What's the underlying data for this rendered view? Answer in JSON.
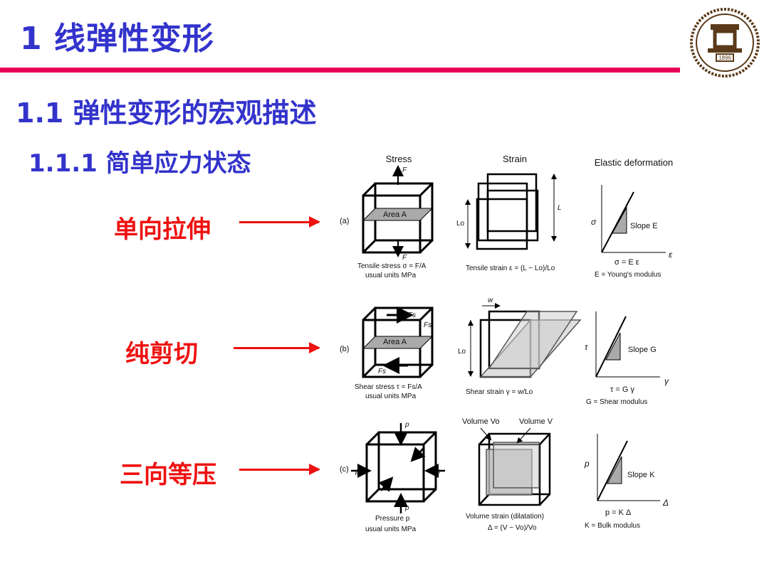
{
  "header": {
    "title": "1  线弹性变形",
    "subtitle": "1.1  弹性变形的宏观描述",
    "section": "1.1.1  简单应力状态"
  },
  "logo": {
    "icon": "university-seal-icon",
    "year": "1896"
  },
  "labels": {
    "tension": "单向拉伸",
    "shear": "纯剪切",
    "pressure": "三向等压"
  },
  "colors": {
    "heading": "#3333cc",
    "accent_rule": "#e8005a",
    "label_red": "#ee1111"
  },
  "figure": {
    "col_stress": "Stress",
    "col_strain": "Strain",
    "col_elastic": "Elastic deformation",
    "a": {
      "tag": "(a)",
      "force_top": "F",
      "force_bottom": "F",
      "area": "Area A",
      "length0": "Lo",
      "length": "L",
      "stress_caption": "Tensile stress σ = F/A",
      "stress_units": "usual units MPa",
      "strain_caption": "Tensile strain ε = (L − Lo)/Lo",
      "y_axis": "σ",
      "x_axis": "ε",
      "slope": "Slope E",
      "law": "σ = E ε",
      "modulus": "E = Young's modulus"
    },
    "b": {
      "tag": "(b)",
      "force1": "Fs",
      "force2": "Fs",
      "force3": "Fs",
      "area": "Area A",
      "length0": "Lo",
      "w": "w",
      "stress_caption": "Shear stress τ = Fs/A",
      "stress_units": "usual units MPa",
      "strain_caption": "Shear strain γ = w/Lo",
      "y_axis": "τ",
      "x_axis": "γ",
      "slope": "Slope G",
      "law": "τ = G γ",
      "modulus": "G = Shear modulus"
    },
    "c": {
      "tag": "(c)",
      "p": "p",
      "vol0": "Volume Vo",
      "vol": "Volume V",
      "stress_caption": "Pressure p",
      "stress_units": "usual units MPa",
      "strain_caption": "Volume strain (dilatation)",
      "strain_formula": "Δ = (V − Vo)/Vo",
      "y_axis": "p",
      "x_axis": "Δ",
      "slope": "Slope K",
      "law": "p = K Δ",
      "modulus": "K = Bulk modulus"
    }
  }
}
